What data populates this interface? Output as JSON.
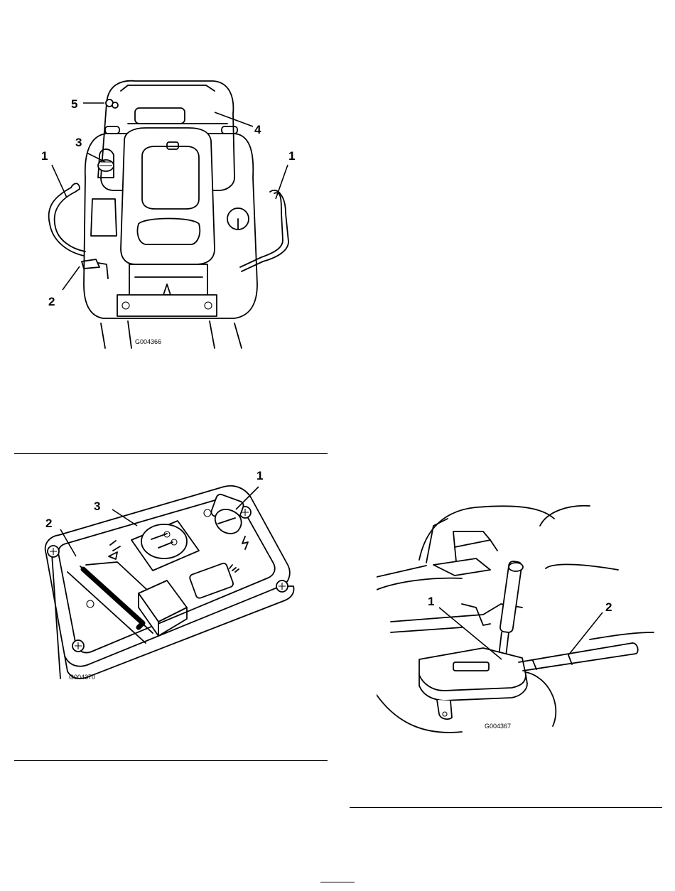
{
  "figures": [
    {
      "code": "G004366",
      "callouts": [
        "1",
        "1",
        "2",
        "3",
        "4",
        "5"
      ]
    },
    {
      "code": "G004370",
      "callouts": [
        "1",
        "2",
        "3"
      ]
    },
    {
      "code": "G004367",
      "callouts": [
        "1",
        "2"
      ]
    }
  ]
}
